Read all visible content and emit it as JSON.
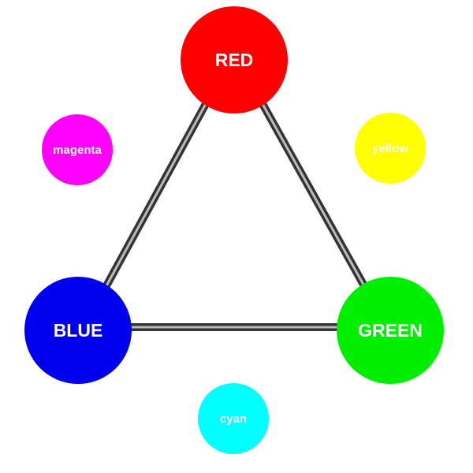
{
  "primary": [
    {
      "label": "RED",
      "color": "#ff0000"
    },
    {
      "label": "BLUE",
      "color": "#0000ee"
    },
    {
      "label": "GREEN",
      "color": "#00ee00"
    }
  ],
  "secondary": [
    {
      "label": "magenta",
      "color": "#ff00ff"
    },
    {
      "label": "yellow",
      "color": "#ffff00"
    },
    {
      "label": "cyan",
      "color": "#00ffff"
    }
  ]
}
